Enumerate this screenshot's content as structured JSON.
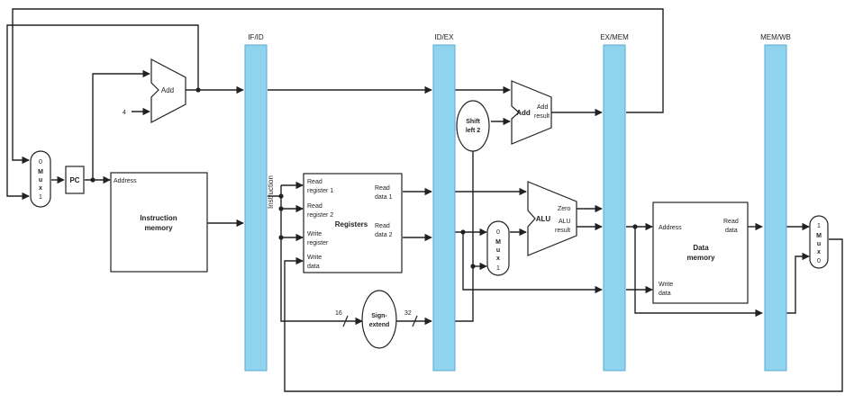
{
  "pipeline_registers": {
    "if_id": "IF/ID",
    "id_ex": "ID/EX",
    "ex_mem": "EX/MEM",
    "mem_wb": "MEM/WB"
  },
  "pc": {
    "label": "PC"
  },
  "adder_pc": {
    "label": "Add",
    "constant": "4"
  },
  "mux_pc": {
    "top": "0",
    "letters": [
      "M",
      "u",
      "x"
    ],
    "bottom": "1"
  },
  "instruction_memory": {
    "address": "Address",
    "title_line1": "Instruction",
    "title_line2": "memory"
  },
  "instruction_label": "Instruction",
  "registers": {
    "title": "Registers",
    "read_reg1_l1": "Read",
    "read_reg1_l2": "register 1",
    "read_reg2_l1": "Read",
    "read_reg2_l2": "register 2",
    "write_reg_l1": "Write",
    "write_reg_l2": "register",
    "write_data_l1": "Write",
    "write_data_l2": "data",
    "read_data1_l1": "Read",
    "read_data1_l2": "data 1",
    "read_data2_l1": "Read",
    "read_data2_l2": "data 2"
  },
  "sign_extend": {
    "line1": "Sign-",
    "line2": "extend",
    "in_bits": "16",
    "out_bits": "32"
  },
  "shift_left": {
    "line1": "Shift",
    "line2": "left 2"
  },
  "adder_branch": {
    "label": "Add",
    "result_l1": "Add",
    "result_l2": "result"
  },
  "mux_alu": {
    "top": "0",
    "letters": [
      "M",
      "u",
      "x"
    ],
    "bottom": "1"
  },
  "alu": {
    "label": "ALU",
    "zero": "Zero",
    "result_l1": "ALU",
    "result_l2": "result"
  },
  "data_memory": {
    "address": "Address",
    "read_l1": "Read",
    "read_l2": "data",
    "title_line1": "Data",
    "title_line2": "memory",
    "write_l1": "Write",
    "write_l2": "data"
  },
  "mux_wb": {
    "top": "1",
    "letters": [
      "M",
      "u",
      "x"
    ],
    "bottom": "0"
  }
}
